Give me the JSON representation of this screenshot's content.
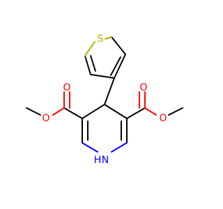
{
  "molecule": {
    "atoms": {
      "sulfur": "S",
      "ester_left_carbonyl_oxygen": "O",
      "ester_left_ether_oxygen": "O",
      "ester_right_carbonyl_oxygen": "O",
      "ester_right_ether_oxygen": "O",
      "ring_nitrogen_h": "H",
      "ring_nitrogen": "N"
    },
    "colors": {
      "carbon_bond": "#000000",
      "oxygen": "#ff0000",
      "sulfur": "#b2b200",
      "nitrogen": "#0000ff"
    }
  }
}
